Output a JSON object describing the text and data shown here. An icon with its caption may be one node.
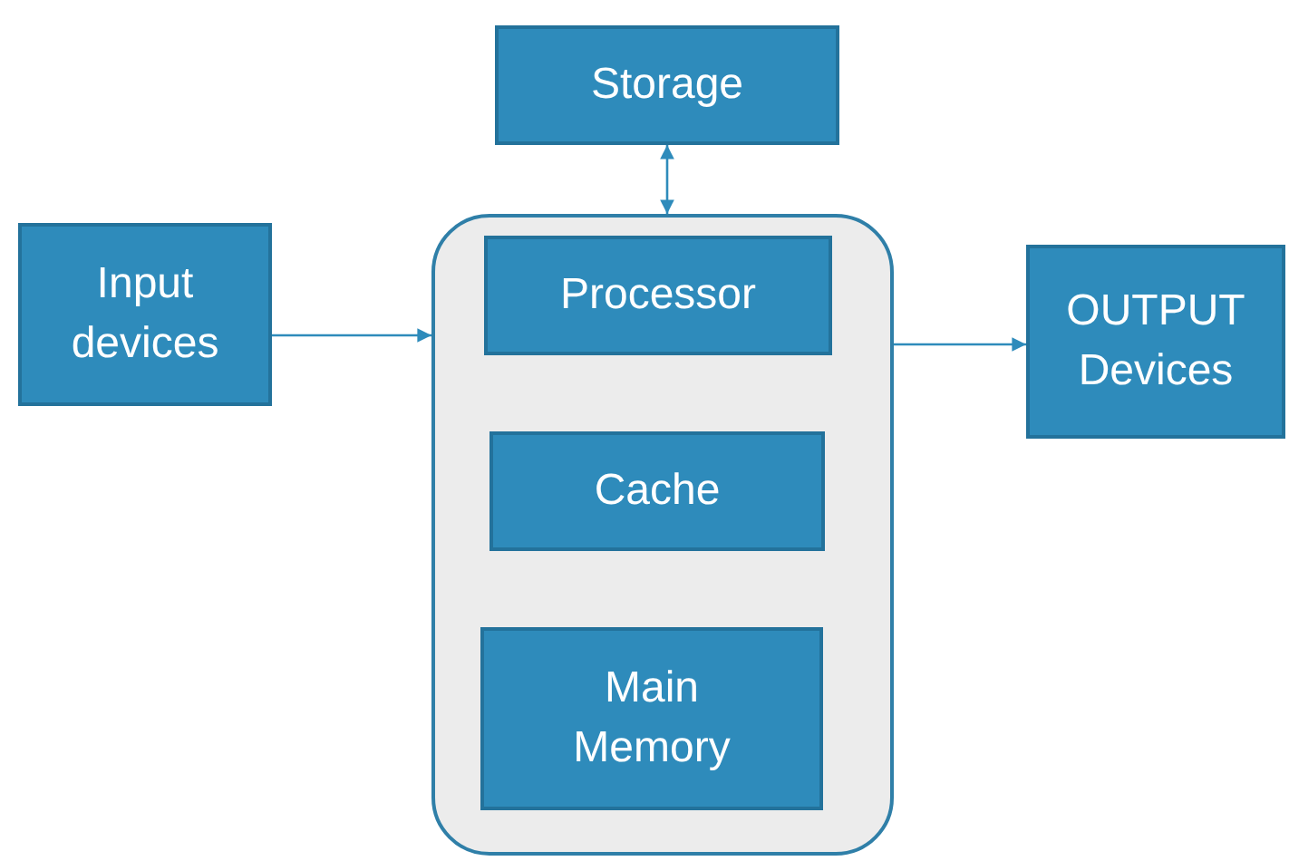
{
  "diagram": {
    "nodes": [
      {
        "text": [
          "Storage"
        ]
      },
      {
        "text": [
          "Input devices"
        ]
      },
      {
        "text": [],
        "shape": "box"
      },
      {
        "text": [
          "Processor"
        ],
        "in": 2
      },
      {
        "text": [
          "Cache"
        ],
        "in": 2
      },
      {
        "text": [
          "Main Memory"
        ],
        "in": 2
      },
      {
        "text": [
          "OUTPUT Devices"
        ]
      }
    ],
    "edges": [
      {
        "from": 0,
        "to": 2,
        "arrow": "both"
      },
      {
        "from": 1,
        "to": 2,
        "arrow": "to"
      },
      {
        "from": 2,
        "to": 6,
        "arrow": "to"
      }
    ]
  }
}
